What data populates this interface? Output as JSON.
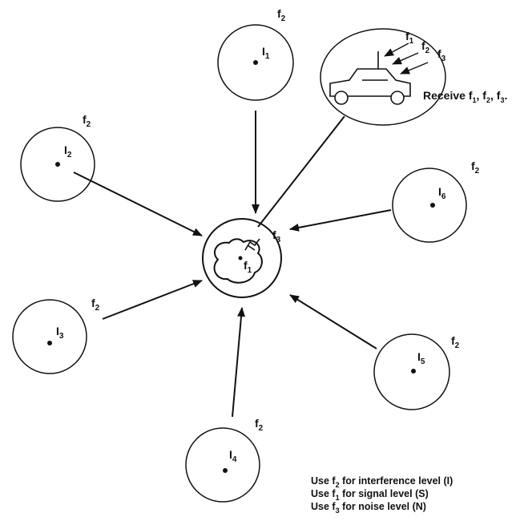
{
  "cells": [
    {
      "id": "I1",
      "name": "I",
      "sub": "1",
      "freq": "f",
      "freq_sub": "2"
    },
    {
      "id": "I2",
      "name": "I",
      "sub": "2",
      "freq": "f",
      "freq_sub": "2"
    },
    {
      "id": "I3",
      "name": "I",
      "sub": "3",
      "freq": "f",
      "freq_sub": "2"
    },
    {
      "id": "I4",
      "name": "I",
      "sub": "4",
      "freq": "f",
      "freq_sub": "2"
    },
    {
      "id": "I5",
      "name": "I",
      "sub": "5",
      "freq": "f",
      "freq_sub": "2"
    },
    {
      "id": "I6",
      "name": "I",
      "sub": "6",
      "freq": "f",
      "freq_sub": "2"
    }
  ],
  "center": {
    "freq": "f",
    "freq_sub": "1",
    "side_freq": "f",
    "side_freq_sub": "3"
  },
  "vehicle": {
    "signals": [
      {
        "f": "f",
        "sub": "1"
      },
      {
        "f": "f",
        "sub": "2"
      },
      {
        "f": "f",
        "sub": "3"
      }
    ],
    "receive_prefix": "Receive",
    "receive_items": [
      {
        "f": "f",
        "sub": "1",
        "sep": ","
      },
      {
        "f": "f",
        "sub": "2",
        "sep": ","
      },
      {
        "f": "f",
        "sub": "3",
        "sep": "."
      }
    ]
  },
  "legend": [
    {
      "pre": "Use ",
      "f": "f",
      "sub": "2",
      "post": " for interference level (I)"
    },
    {
      "pre": "Use ",
      "f": "f",
      "sub": "1",
      "post": " for signal level (S)"
    },
    {
      "pre": "Use ",
      "f": "f",
      "sub": "3",
      "post": " for noise level (N)"
    }
  ],
  "colors": {
    "ink": "#111111",
    "background": "#ffffff"
  }
}
